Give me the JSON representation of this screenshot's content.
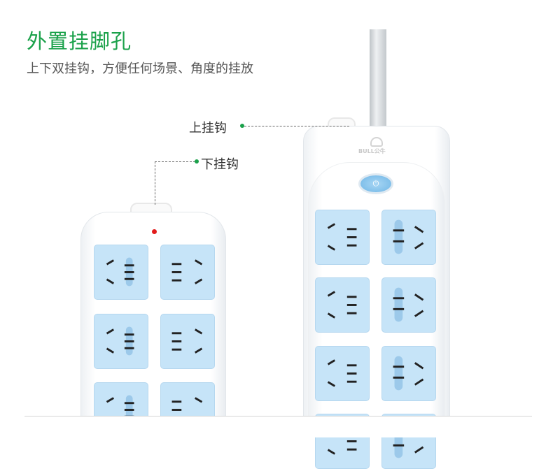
{
  "heading": "外置挂脚孔",
  "subheading": "上下双挂钩，方便任何场景、角度的挂放",
  "labels": {
    "upper": "上挂钩",
    "lower": "下挂钩"
  },
  "brand": "BULL公牛",
  "power_icon": "power-icon",
  "colors": {
    "accent": "#1aa14a",
    "socket": "#c6e4f8",
    "led": "#e21b1b"
  }
}
